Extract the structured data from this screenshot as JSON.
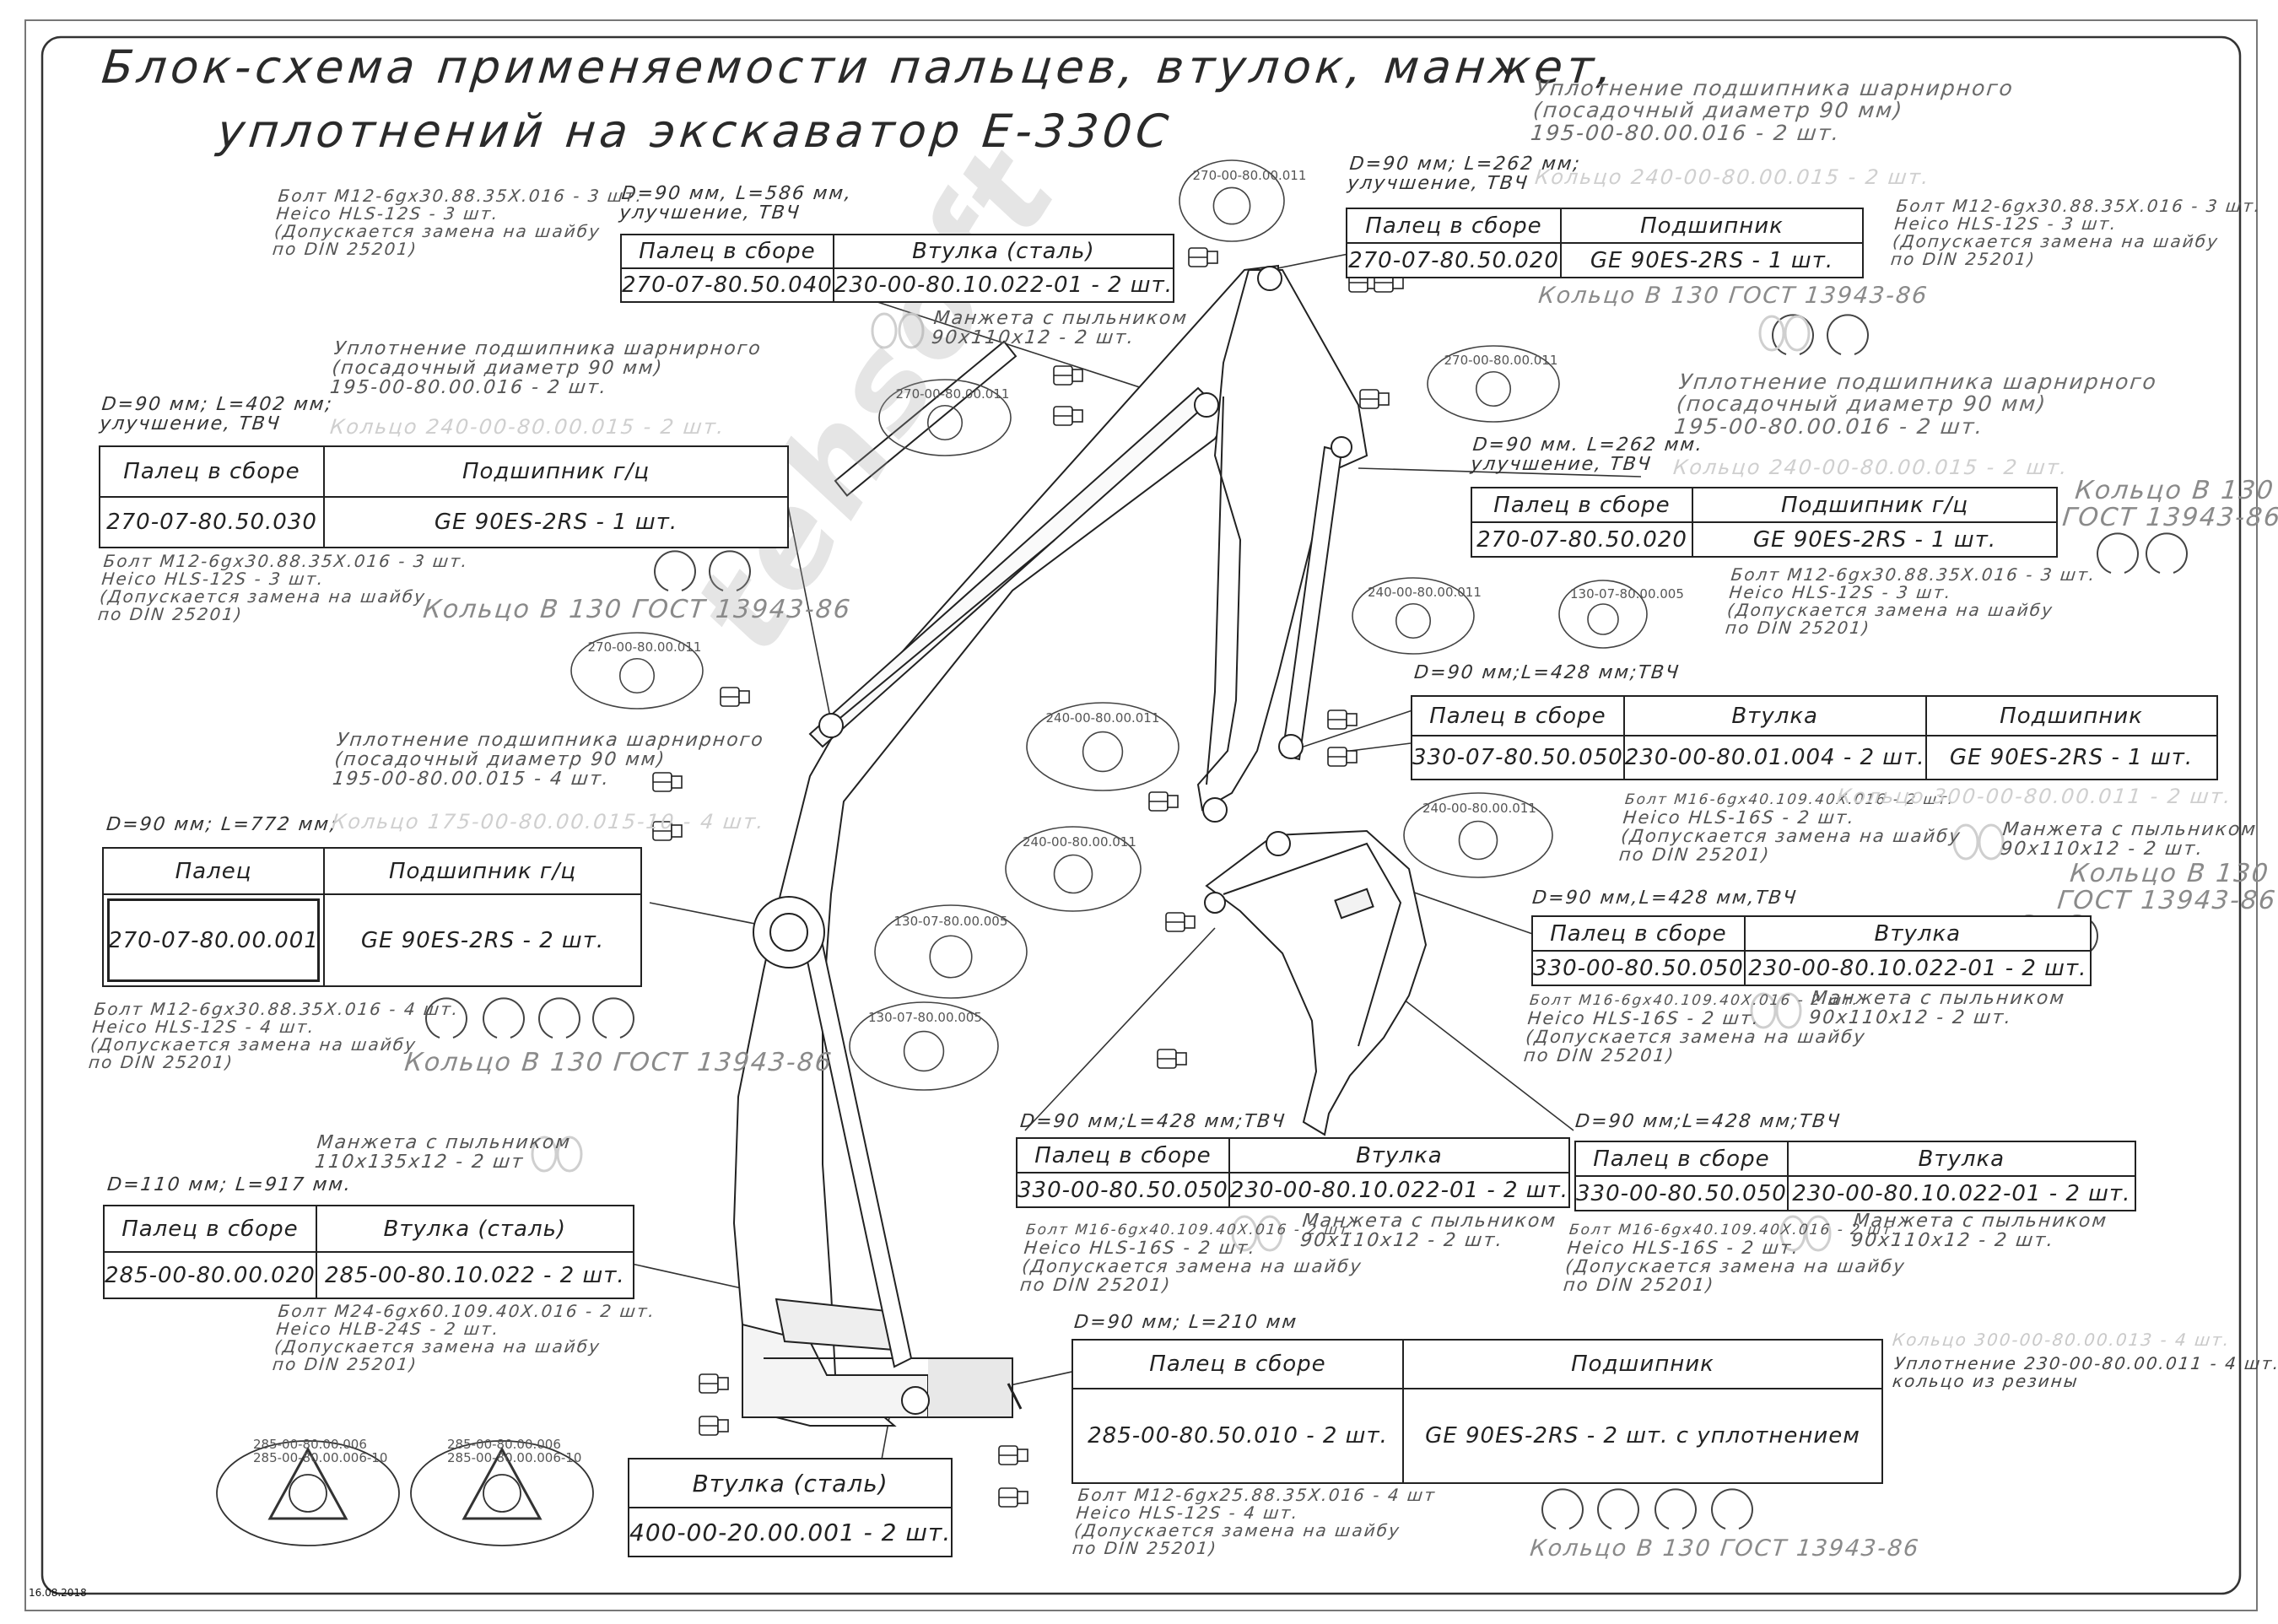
{
  "title": {
    "line1": "Блок-схема применяемости пальцев, втулок, манжет,",
    "line2": "уплотнений на экскаватор Е-330С"
  },
  "date": "16.08.2018",
  "watermark": "tehsoft",
  "ring_text": "Кольцо В 130 ГОСТ 13943-86",
  "tables": {
    "t1": {
      "header": [
        "Палец в сборе",
        "Втулка (сталь)"
      ],
      "row": [
        "270-07-80.50.040",
        "230-00-80.10.022-01 - 2 шт."
      ]
    },
    "t2": {
      "header": [
        "Палец в сборе",
        "Подшипник"
      ],
      "row": [
        "270-07-80.50.020",
        "GE 90ES-2RS - 1 шт."
      ]
    },
    "t3": {
      "header": [
        "Палец в сборе",
        "Подшипник г/ц"
      ],
      "row": [
        "270-07-80.50.030",
        "GE 90ES-2RS - 1 шт."
      ]
    },
    "t4": {
      "header": [
        "Палец в сборе",
        "Подшипник г/ц"
      ],
      "row": [
        "270-07-80.50.020",
        "GE 90ES-2RS - 1 шт."
      ]
    },
    "t5": {
      "header": [
        "Палец в сборе",
        "Втулка",
        "Подшипник"
      ],
      "row": [
        "330-07-80.50.050",
        "230-00-80.01.004 - 2 шт.",
        "GE 90ES-2RS - 1 шт."
      ]
    },
    "t6": {
      "header": [
        "Палец",
        "Подшипник г/ц"
      ],
      "row": [
        "270-07-80.00.001",
        "GE 90ES-2RS - 2 шт."
      ]
    },
    "t7": {
      "header": [
        "Палец в сборе",
        "Втулка"
      ],
      "row": [
        "330-00-80.50.050",
        "230-00-80.10.022-01 - 2 шт."
      ]
    },
    "t8": {
      "header": [
        "Палец в сборе",
        "Втулка"
      ],
      "row": [
        "330-00-80.50.050",
        "230-00-80.10.022-01 - 2 шт."
      ]
    },
    "t9": {
      "header": [
        "Палец в сборе",
        "Втулка"
      ],
      "row": [
        "330-00-80.50.050",
        "230-00-80.10.022-01 - 2 шт."
      ]
    },
    "t10": {
      "header": [
        "Палец в сборе",
        "Втулка (сталь)"
      ],
      "row": [
        "285-00-80.00.020",
        "285-00-80.10.022 - 2 шт."
      ]
    },
    "t11": {
      "header": [
        "Палец в сборе",
        "Подшипник"
      ],
      "row": [
        "285-00-80.50.010 - 2 шт.",
        "GE 90ES-2RS - 2 шт. с уплотнением"
      ]
    },
    "t12": {
      "header": [
        "Втулка (сталь)"
      ],
      "row": [
        "400-00-20.00.001 - 2 шт."
      ]
    }
  },
  "dims": {
    "d1": [
      "D=90 мм, L=586 мм,",
      "улучшение, ТВЧ"
    ],
    "d2": [
      "D=90 мм; L=262 мм;",
      "улучшение, ТВЧ"
    ],
    "d3": [
      "D=90 мм; L=402 мм;",
      "улучшение, ТВЧ"
    ],
    "d4": [
      "D=90 мм. L=262 мм.",
      "улучшение, ТВЧ"
    ],
    "d5": "D=90 мм;L=428 мм;ТВЧ",
    "d6": "D=90 мм; L=772 мм;",
    "d7": "D=90 мм,L=428 мм,ТВЧ",
    "d8": "D=90 мм;L=428 мм;ТВЧ",
    "d9": "D=90 мм;L=428 мм;ТВЧ",
    "d10": "D=110 мм; L=917 мм.",
    "d11": "D=90 мм; L=210 мм"
  },
  "bolts": {
    "b1": [
      "Болт М12-6gх30.88.35Х.016 - 3 шт.",
      "Heico HLS-12S - 3 шт.",
      "(Допускается замена на шайбу",
      "по DIN 25201)"
    ],
    "b2": [
      "Болт М12-6gх30.88.35Х.016 - 3 шт.",
      "Heico HLS-12S - 3 шт.",
      "(Допускается замена на шайбу",
      "по DIN 25201)"
    ],
    "b3": [
      "Болт М12-6gх30.88.35Х.016 - 3 шт.",
      "Heico HLS-12S - 3 шт.",
      "(Допускается замена на шайбу",
      "по DIN 25201)"
    ],
    "b4": [
      "Болт М12-6gх30.88.35Х.016 - 3 шт.",
      "Heico HLS-12S - 3 шт.",
      "(Допускается замена на шайбу",
      "по DIN 25201)"
    ],
    "b5": [
      "Болт М16-6gх40.109.40Х.016 - 2 шт.",
      "Heico HLS-16S - 2 шт.",
      "(Допускается замена на шайбу",
      "по DIN 25201)"
    ],
    "b6": [
      "Болт М12-6gх30.88.35Х.016 - 4 шт.",
      "Heico HLS-12S - 4 шт.",
      "(Допускается замена на шайбу",
      "по DIN 25201)"
    ],
    "b7": [
      "Болт М16-6gх40.109.40Х.016 - 2 шт.",
      "Heico HLS-16S - 2 шт.",
      "(Допускается замена на шайбу",
      "по DIN 25201)"
    ],
    "b8": [
      "Болт М16-6gх40.109.40Х.016 - 2 шт.",
      "Heico HLS-16S - 2 шт.",
      "(Допускается замена на шайбу",
      "по DIN 25201)"
    ],
    "b9": [
      "Болт М16-6gх40.109.40Х.016 - 2 шт.",
      "Heico HLS-16S - 2 шт.",
      "(Допускается замена на шайбу",
      "по DIN 25201)"
    ],
    "b10": [
      "Болт М24-6gх60.109.40Х.016 - 2 шт.",
      "Heico HLB-24S - 2 шт.",
      "(Допускается замена на шайбу",
      "по DIN 25201)"
    ],
    "b11": [
      "Болт М12-6gх25.88.35Х.016 - 4 шт",
      "Heico HLS-12S - 4 шт.",
      "(Допускается замена на шайбу",
      "по DIN 25201)"
    ]
  },
  "seals": {
    "s1": [
      "Уплотнение подшипника шарнирного",
      "(посадочный диаметр 90 мм)",
      "195-00-80.00.016 - 2 шт."
    ],
    "s2": [
      "Уплотнение подшипника шарнирного",
      "(посадочный диаметр 90 мм)",
      "195-00-80.00.016 - 2 шт."
    ],
    "s3": [
      "Уплотнение подшипника шарнирного",
      "(посадочный диаметр 90 мм)",
      "195-00-80.00.016 - 2 шт."
    ],
    "s4": [
      "Уплотнение подшипника шарнирного",
      "(посадочный диаметр 90 мм)",
      "195-00-80.00.015 - 4 шт."
    ]
  },
  "cuffs": {
    "c1": [
      "Манжета с пыльником",
      "90х110х12 - 2 шт."
    ],
    "c2": [
      "Манжета с пыльником",
      "90х110х12 - 2 шт."
    ],
    "c3": [
      "Манжета с пыльником",
      "90х110х12 - 2 шт."
    ],
    "c4": [
      "Манжета с пыльником",
      "90х110х12 - 2 шт."
    ],
    "c5": [
      "Манжета с пыльником",
      "90х110х12 - 2 шт."
    ],
    "c6": [
      "Манжета с пыльником",
      "110х135х12 - 2 шт"
    ]
  },
  "rings": {
    "r1": "Кольцо В 130 ГОСТ 13943-86",
    "r2": "Кольцо В 130 ГОСТ 13943-86",
    "r3": [
      "Кольцо В 130",
      "ГОСТ 13943-86"
    ],
    "r4": "Кольцо В 130 ГОСТ 13943-86",
    "r5": [
      "Кольцо В 130",
      "ГОСТ 13943-86"
    ],
    "r6": "Кольцо В 130 ГОСТ 13943-86"
  },
  "ghost": {
    "g1": "Кольцо 240-00-80.00.015 - 2 шт.",
    "g2": "Кольцо 240-00-80.00.015 - 2 шт.",
    "g3": "Кольцо 240-00-80.00.015 - 2 шт.",
    "g4": "Кольцо 175-00-80.00.015-10 - 4 шт.",
    "g5": "Кольцо 300-00-80.00.011 - 2 шт."
  },
  "right_note": {
    "faded": "Кольцо 300-00-80.00.013 - 4 шт.",
    "line1": "Уплотнение 230-00-80.00.011 - 4 шт.",
    "line2": "кольцо из резины"
  },
  "detail_labels": {
    "e1": "270-00-80.00.011",
    "e2": "270-00-80.00.011",
    "e3": "270-00-80.00.011",
    "e4": "270-00-80.00.011",
    "e5": "240-00-80.00.011",
    "e6": "240-00-80.00.011",
    "e7": "240-00-80.00.011",
    "e8": "240-00-80.00.011",
    "e9": "130-07-80.00.005",
    "e10": "130-07-80.00.005",
    "e11": "130-07-80.00.005",
    "e12": [
      "285-00-80.00.006",
      "285-00-80.00.006-10"
    ],
    "e13": [
      "285-00-80.00.006",
      "285-00-80.00.006-10"
    ]
  }
}
